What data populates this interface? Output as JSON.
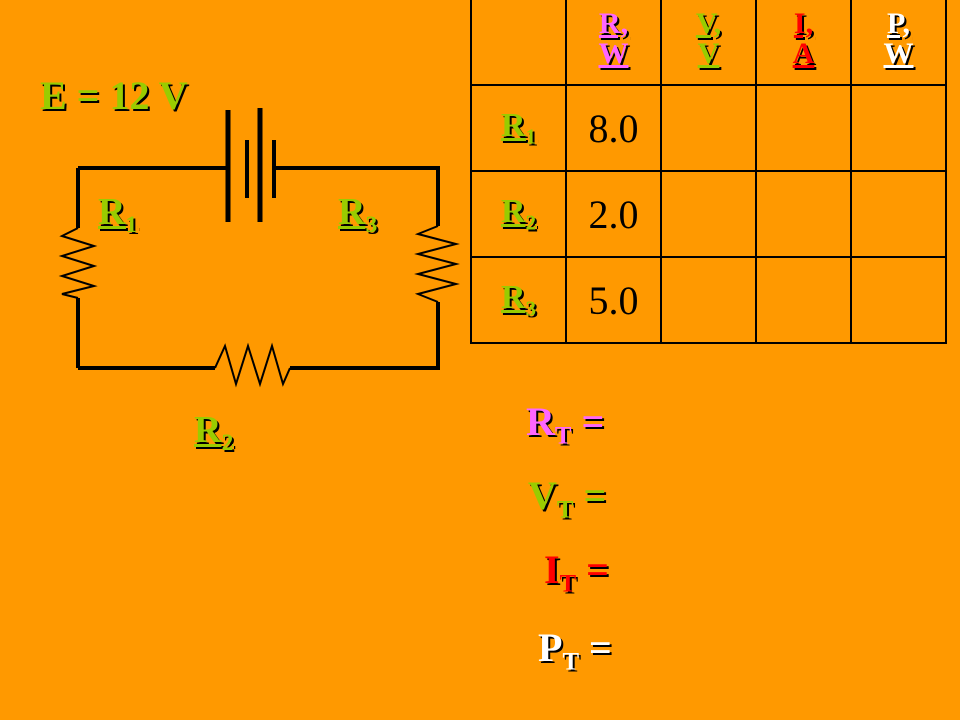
{
  "source": {
    "label": "E = 12 V"
  },
  "circuit_labels": {
    "r1": {
      "base": "R",
      "sub": "1"
    },
    "r2": {
      "base": "R",
      "sub": "2"
    },
    "r3": {
      "base": "R",
      "sub": "3"
    }
  },
  "table": {
    "headers": [
      {
        "line1": "R,",
        "line2": "W",
        "color": "#FF66FF"
      },
      {
        "line1": "V,",
        "line2": "V",
        "color": "#99CC00"
      },
      {
        "line1": "I,",
        "line2": "A",
        "color": "#FF0000"
      },
      {
        "line1": "P,",
        "line2": "W",
        "color": "#FFFFFF"
      }
    ],
    "rows": [
      {
        "label": {
          "base": "R",
          "sub": "1"
        },
        "r": "8.0",
        "v": "",
        "i": "",
        "p": ""
      },
      {
        "label": {
          "base": "R",
          "sub": "2"
        },
        "r": "2.0",
        "v": "",
        "i": "",
        "p": ""
      },
      {
        "label": {
          "base": "R",
          "sub": "3"
        },
        "r": "5.0",
        "v": "",
        "i": "",
        "p": ""
      }
    ]
  },
  "totals": {
    "rt": {
      "base": "R",
      "sub": "T",
      "eq": " =",
      "color": "#FF66FF"
    },
    "vt": {
      "base": "V",
      "sub": "T",
      "eq": " =",
      "color": "#99CC00"
    },
    "it": {
      "base": "I",
      "sub": "T",
      "eq": " =",
      "color": "#FF0000"
    },
    "pt": {
      "base": "P",
      "sub": "T",
      "eq": " =",
      "color": "#FFFFFF"
    }
  }
}
